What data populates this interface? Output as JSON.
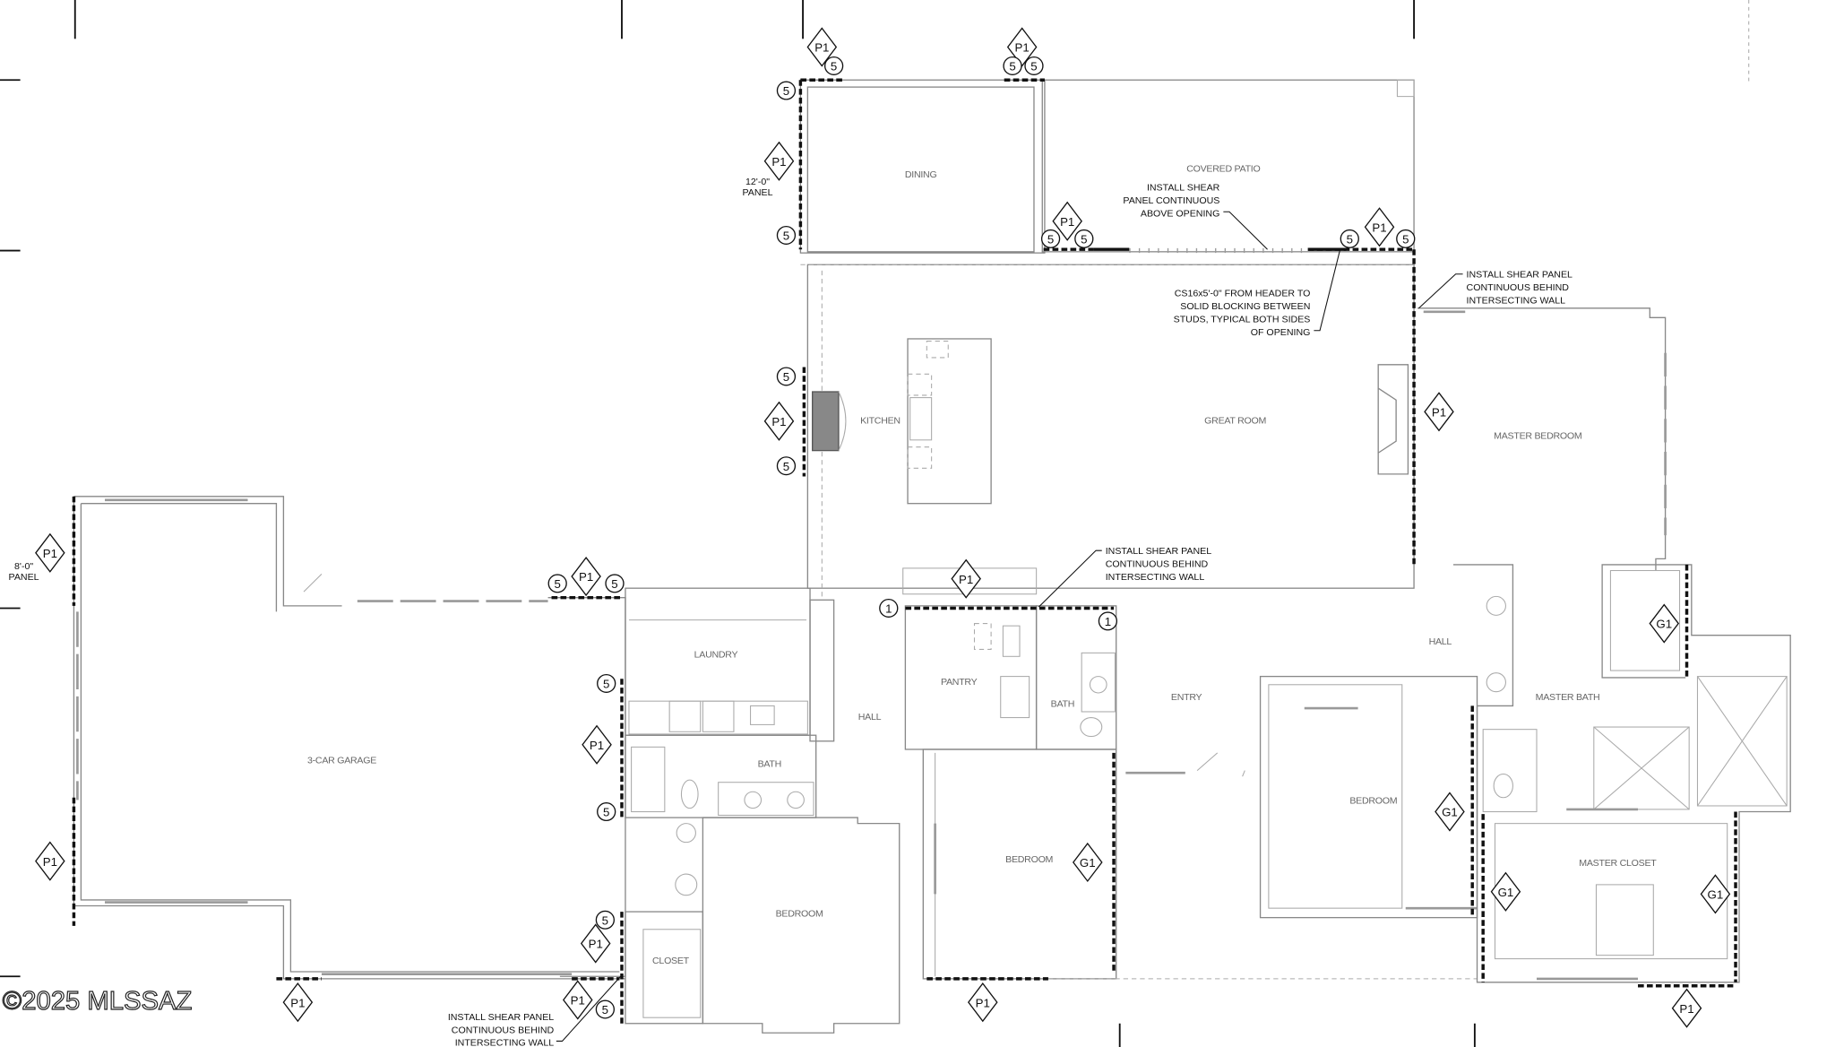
{
  "tags": {
    "panel": "P1",
    "nail": "5",
    "gypsum": "G1",
    "strap": "1"
  },
  "rooms": {
    "dining": "DINING",
    "covered_patio": "COVERED PATIO",
    "kitchen": "KITCHEN",
    "great_room": "GREAT ROOM",
    "master_bedroom": "MASTER  BEDROOM",
    "garage": "3-CAR GARAGE",
    "laundry": "LAUNDRY",
    "bath_left": "BATH",
    "hall_left": "HALL",
    "pantry": "PANTRY",
    "bath_center": "BATH",
    "entry": "ENTRY",
    "hall_right": "HALL",
    "master_bath": "MASTER BATH",
    "bedroom_right": "BEDROOM",
    "bedroom_center": "BEDROOM",
    "bedroom_left": "BEDROOM",
    "closet": "CLOSET",
    "master_closet": "MASTER CLOSET"
  },
  "notes": {
    "panel_12": [
      "12'-0\"",
      "PANEL"
    ],
    "panel_8": [
      "8'-0\"",
      "PANEL"
    ],
    "above_opening": [
      "INSTALL SHEAR",
      "PANEL CONTINUOUS",
      "ABOVE OPENING"
    ],
    "strap": [
      "CS16x5'-0\" FROM HEADER TO",
      "SOLID BLOCKING BETWEEN",
      "STUDS, TYPICAL BOTH SIDES",
      "OF OPENING"
    ],
    "behind_wall": [
      "INSTALL SHEAR PANEL",
      "CONTINUOUS BEHIND",
      "INTERSECTING WALL"
    ]
  },
  "watermark": "©2025 MLSSAZ"
}
